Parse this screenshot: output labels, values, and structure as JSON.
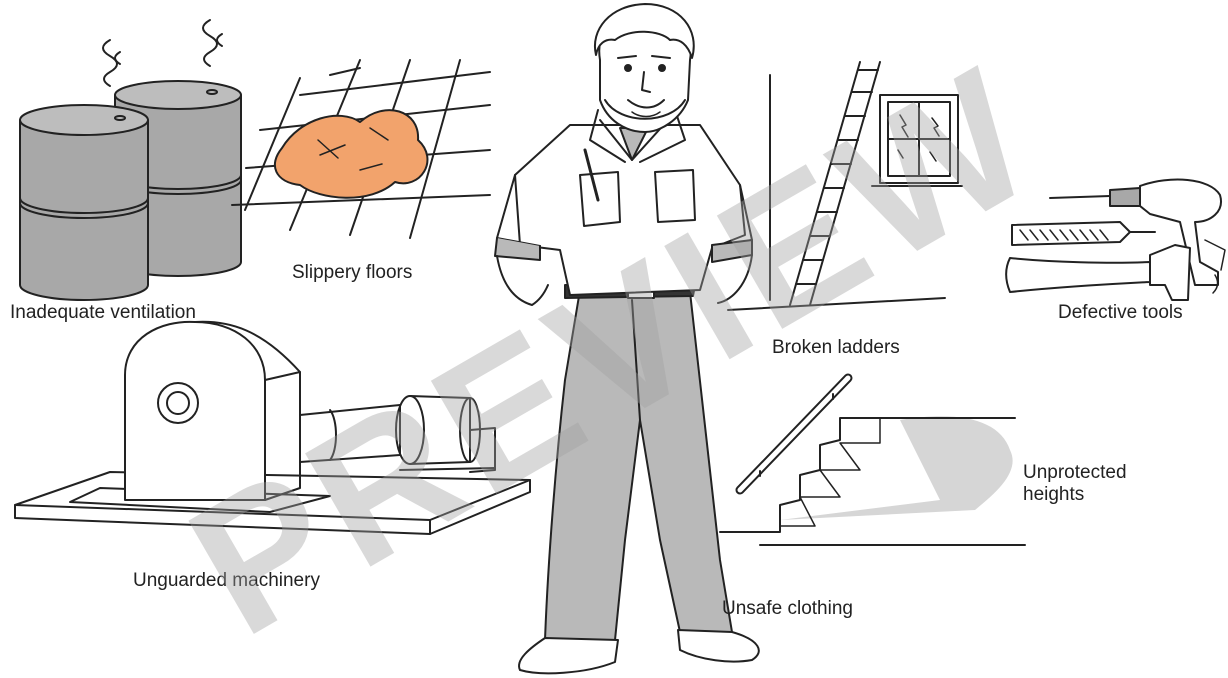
{
  "labels": {
    "ventilation": "Inadequate ventilation",
    "floors": "Slippery floors",
    "ladders": "Broken ladders",
    "tools": "Defective tools",
    "machinery": "Unguarded machinery",
    "heights": "Unprotected\nheights",
    "clothing": "Unsafe clothing"
  },
  "watermark": "PREVIEW",
  "colors": {
    "ink": "#222222",
    "metal_gray": "#a8a8a8",
    "clothing_gray": "#b9b9b9",
    "spill_orange": "#f2a36c",
    "shadow_gray": "#d6d6d6",
    "watermark_gray": "#a0a0a0"
  }
}
